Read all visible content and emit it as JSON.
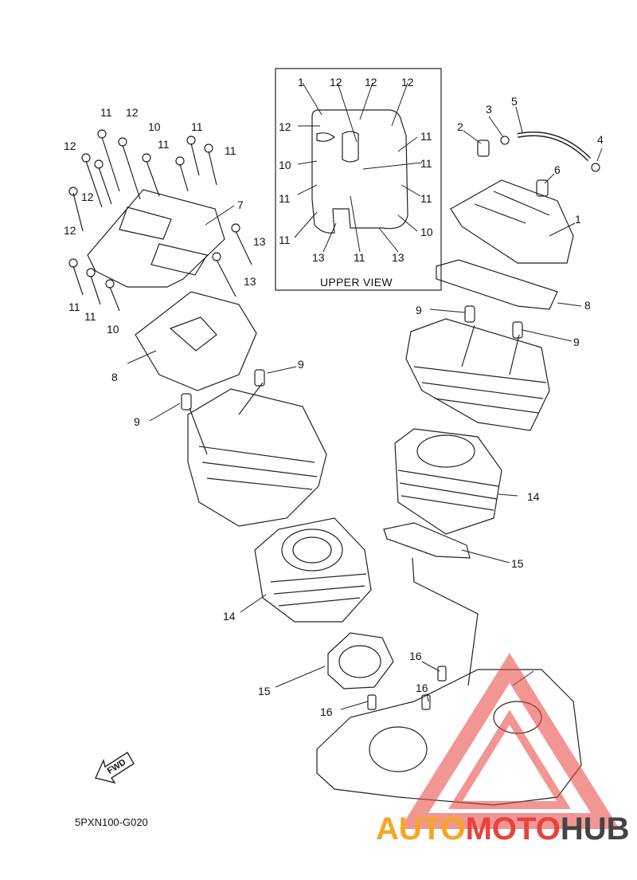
{
  "diagram_code": "5PXN100-G020",
  "upper_view": {
    "title": "UPPER VIEW",
    "labels": [
      "1",
      "12",
      "12",
      "12",
      "12",
      "11",
      "10",
      "11",
      "11",
      "11",
      "11",
      "10",
      "13",
      "11",
      "13"
    ]
  },
  "fwd_label": "FWD",
  "callouts": [
    "11",
    "12",
    "10",
    "11",
    "12",
    "11",
    "11",
    "12",
    "12",
    "7",
    "13",
    "13",
    "11",
    "11",
    "10",
    "8",
    "9",
    "9",
    "14",
    "15",
    "16",
    "16",
    "16",
    "1",
    "2",
    "3",
    "4",
    "5",
    "6",
    "8",
    "9",
    "9",
    "14",
    "15"
  ],
  "watermark": {
    "part1": "AUTO",
    "part2": "MOTO",
    "part3": "HUB"
  },
  "colors": {
    "line": "#222222",
    "brand_orange": "#f5a623",
    "brand_red": "#e8423c",
    "brand_grey": "#444444"
  }
}
